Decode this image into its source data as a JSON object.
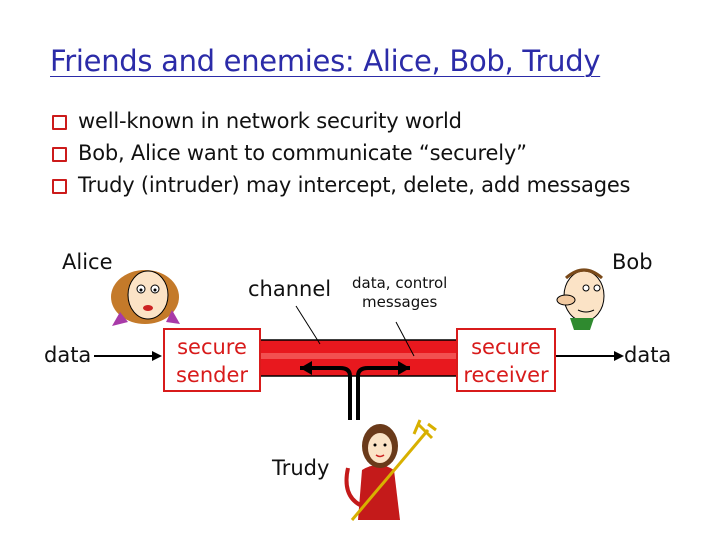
{
  "title": "Friends and enemies: Alice, Bob, Trudy",
  "bullets": [
    "well-known in network security world",
    "Bob, Alice want to communicate “securely”",
    "Trudy (intruder) may intercept, delete, add messages"
  ],
  "diagram": {
    "alice_label": "Alice",
    "bob_label": "Bob",
    "channel_label": "channel",
    "data_control_line1": "data, control",
    "data_control_line2": "messages",
    "secure_sender_line1": "secure",
    "secure_sender_line2": "sender",
    "secure_receiver_line1": "secure",
    "secure_receiver_line2": "receiver",
    "data_in_label": "data",
    "data_out_label": "data",
    "trudy_label": "Trudy"
  },
  "colors": {
    "title": "#2b2ba8",
    "accent": "#d81b1b",
    "channel_fill": "#e8181e",
    "bullet": "#cc1b1b"
  }
}
